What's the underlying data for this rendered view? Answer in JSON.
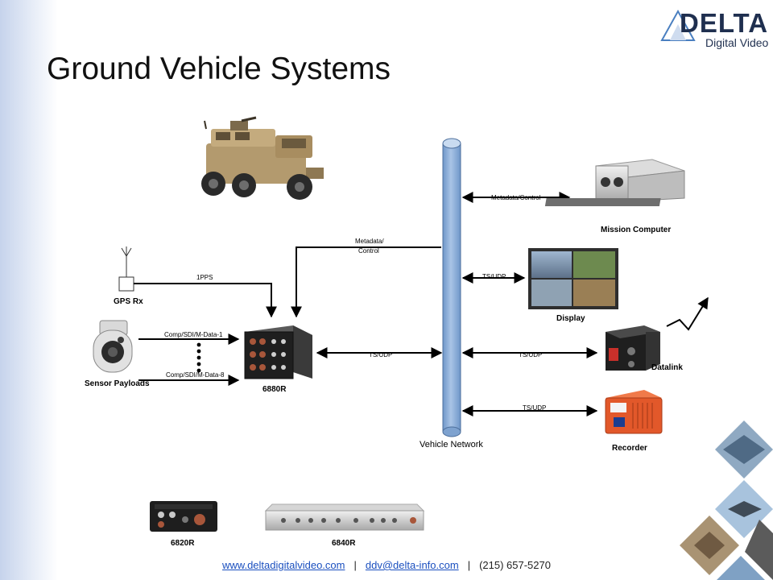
{
  "slide": {
    "title": "Ground Vehicle Systems"
  },
  "logo": {
    "word": "DELTA",
    "sub": "Digital Video"
  },
  "network": {
    "label": "Vehicle Network"
  },
  "nodes": {
    "gps": "GPS Rx",
    "sensor": "Sensor Payloads",
    "encoder": "6880R",
    "mission": "Mission Computer",
    "display": "Display",
    "datalink": "Datalink",
    "recorder": "Recorder",
    "p6820": "6820R",
    "p6840": "6840R"
  },
  "links": {
    "pps": "1PPS",
    "comp1": "Comp/SDI/M-Data-1",
    "comp8": "Comp/SDI/M-Data-8",
    "meta_ctrl_1": "Metadata/",
    "meta_ctrl_2": "Control",
    "tsudp_encoder": "TS/UDP",
    "meta_mission": "Metadata/Control",
    "tsudp_display": "TS/UDP",
    "tsudp_datalink": "TS/UDP",
    "tsudp_recorder": "TS/UDP"
  },
  "footer": {
    "website": "www.deltadigitalvideo.com",
    "email": "ddv@delta-info.com",
    "phone": "(215) 657-5270",
    "separator": "|"
  },
  "colors": {
    "network": "#8fb0d8",
    "datalink_red": "#c8302a",
    "recorder_orange": "#e2582a"
  }
}
